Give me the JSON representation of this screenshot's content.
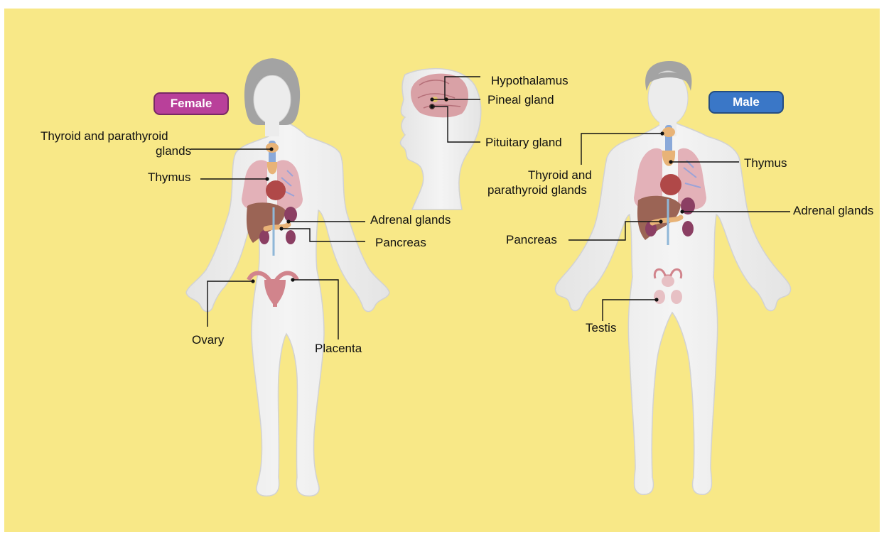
{
  "colors": {
    "background": "#f8e887",
    "female_badge": "#b9409a",
    "male_badge": "#3a77c7",
    "body_fill": "#efefef",
    "body_outline": "#d2d2d2",
    "hair": "#a3a3a3",
    "lung": "#e3b1b8",
    "liver": "#9b6455",
    "kidney": "#8b3f63",
    "thyroid": "#8aa9d9",
    "reproductive": "#d1848c",
    "brain": "#d9a1a6",
    "leader_line": "#111111"
  },
  "badges": {
    "female": "Female",
    "male": "Male"
  },
  "labels": {
    "hypothalamus": "Hypothalamus",
    "pineal": "Pineal gland",
    "pituitary": "Pituitary gland",
    "female_thyroid_line1": "Thyroid and parathyroid",
    "female_thyroid_line2": "glands",
    "female_thymus": "Thymus",
    "female_adrenal": "Adrenal glands",
    "female_pancreas": "Pancreas",
    "ovary": "Ovary",
    "placenta": "Placenta",
    "male_thyroid_line1": "Thyroid and",
    "male_thyroid_line2": "parathyroid glands",
    "male_thymus": "Thymus",
    "male_adrenal": "Adrenal glands",
    "male_pancreas": "Pancreas",
    "testis": "Testis"
  }
}
